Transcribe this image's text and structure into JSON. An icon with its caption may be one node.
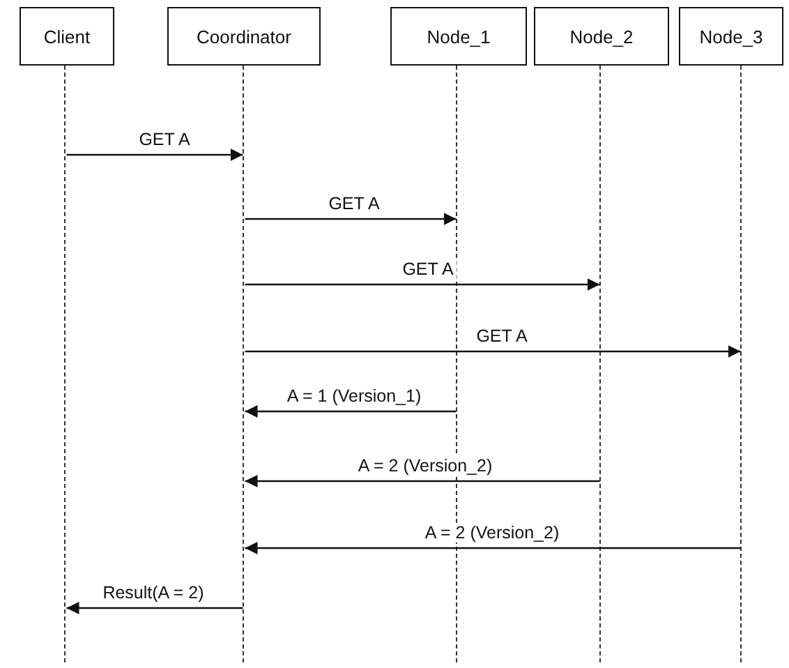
{
  "diagram": {
    "nodes": [
      {
        "text": [
          "Client"
        ]
      },
      {
        "text": [
          "Coordinator"
        ]
      },
      {
        "text": [
          "Node_1"
        ]
      },
      {
        "text": [
          "Node_2"
        ]
      },
      {
        "text": [
          "Node_3"
        ]
      },
      {
        "text": [],
        "shape": "line"
      },
      {
        "text": [],
        "shape": "line"
      },
      {
        "text": [],
        "shape": "line"
      },
      {
        "text": [],
        "shape": "line"
      },
      {
        "text": [],
        "shape": "line"
      }
    ],
    "edges": [
      {
        "from": 5,
        "to": 6,
        "arrow": "to",
        "label": "GET A"
      },
      {
        "from": 6,
        "to": 7,
        "arrow": "to",
        "label": "GET A"
      },
      {
        "from": 6,
        "to": 8,
        "arrow": "to",
        "label": "GET A"
      },
      {
        "from": 6,
        "to": 9,
        "arrow": "to",
        "label": "GET A"
      },
      {
        "from": 7,
        "to": 6,
        "arrow": "to",
        "label": "A = 1 (Version_1)"
      },
      {
        "from": 8,
        "to": 6,
        "arrow": "to",
        "label": "A = 2 (Version_2)"
      },
      {
        "from": 9,
        "to": 6,
        "arrow": "to",
        "label": "A = 2 (Version_2)"
      },
      {
        "from": 6,
        "to": 5,
        "arrow": "to",
        "label": "Result(A = 2)"
      }
    ]
  }
}
